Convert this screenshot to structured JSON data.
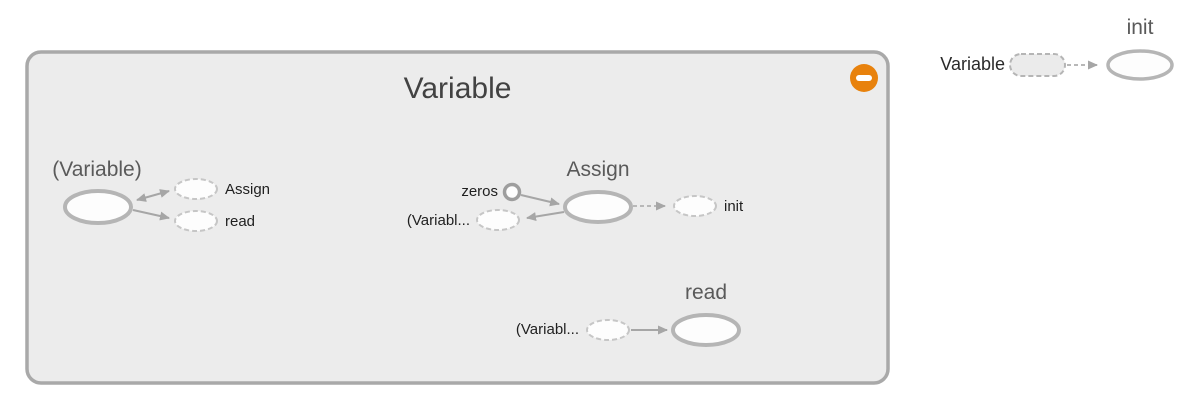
{
  "graph": {
    "main_group": {
      "title": "Variable",
      "collapse_button": {
        "icon": "minus-in-circle",
        "state": "expanded"
      },
      "variable_cluster": {
        "title": "(Variable)",
        "assign_label": "Assign",
        "read_label": "read"
      },
      "assign_cluster": {
        "title": "Assign",
        "zeros_label": "zeros",
        "variable_ref_label": "(Variabl...",
        "init_label": "init"
      },
      "read_cluster": {
        "title": "read",
        "variable_ref_label": "(Variabl..."
      }
    },
    "init_cluster": {
      "variable_label": "Variable",
      "title": "init"
    }
  },
  "colors": {
    "accent": "#e8820d",
    "group_fill": "#ececec",
    "group_border": "#a9a9a9",
    "node_stroke": "#b5b5b5",
    "dashed_stroke": "#c6c6c6",
    "edge": "#a6a6a6",
    "title_text": "#424242",
    "subtitle_text": "#5a5a5a",
    "label_text": "#1f1f1f"
  }
}
